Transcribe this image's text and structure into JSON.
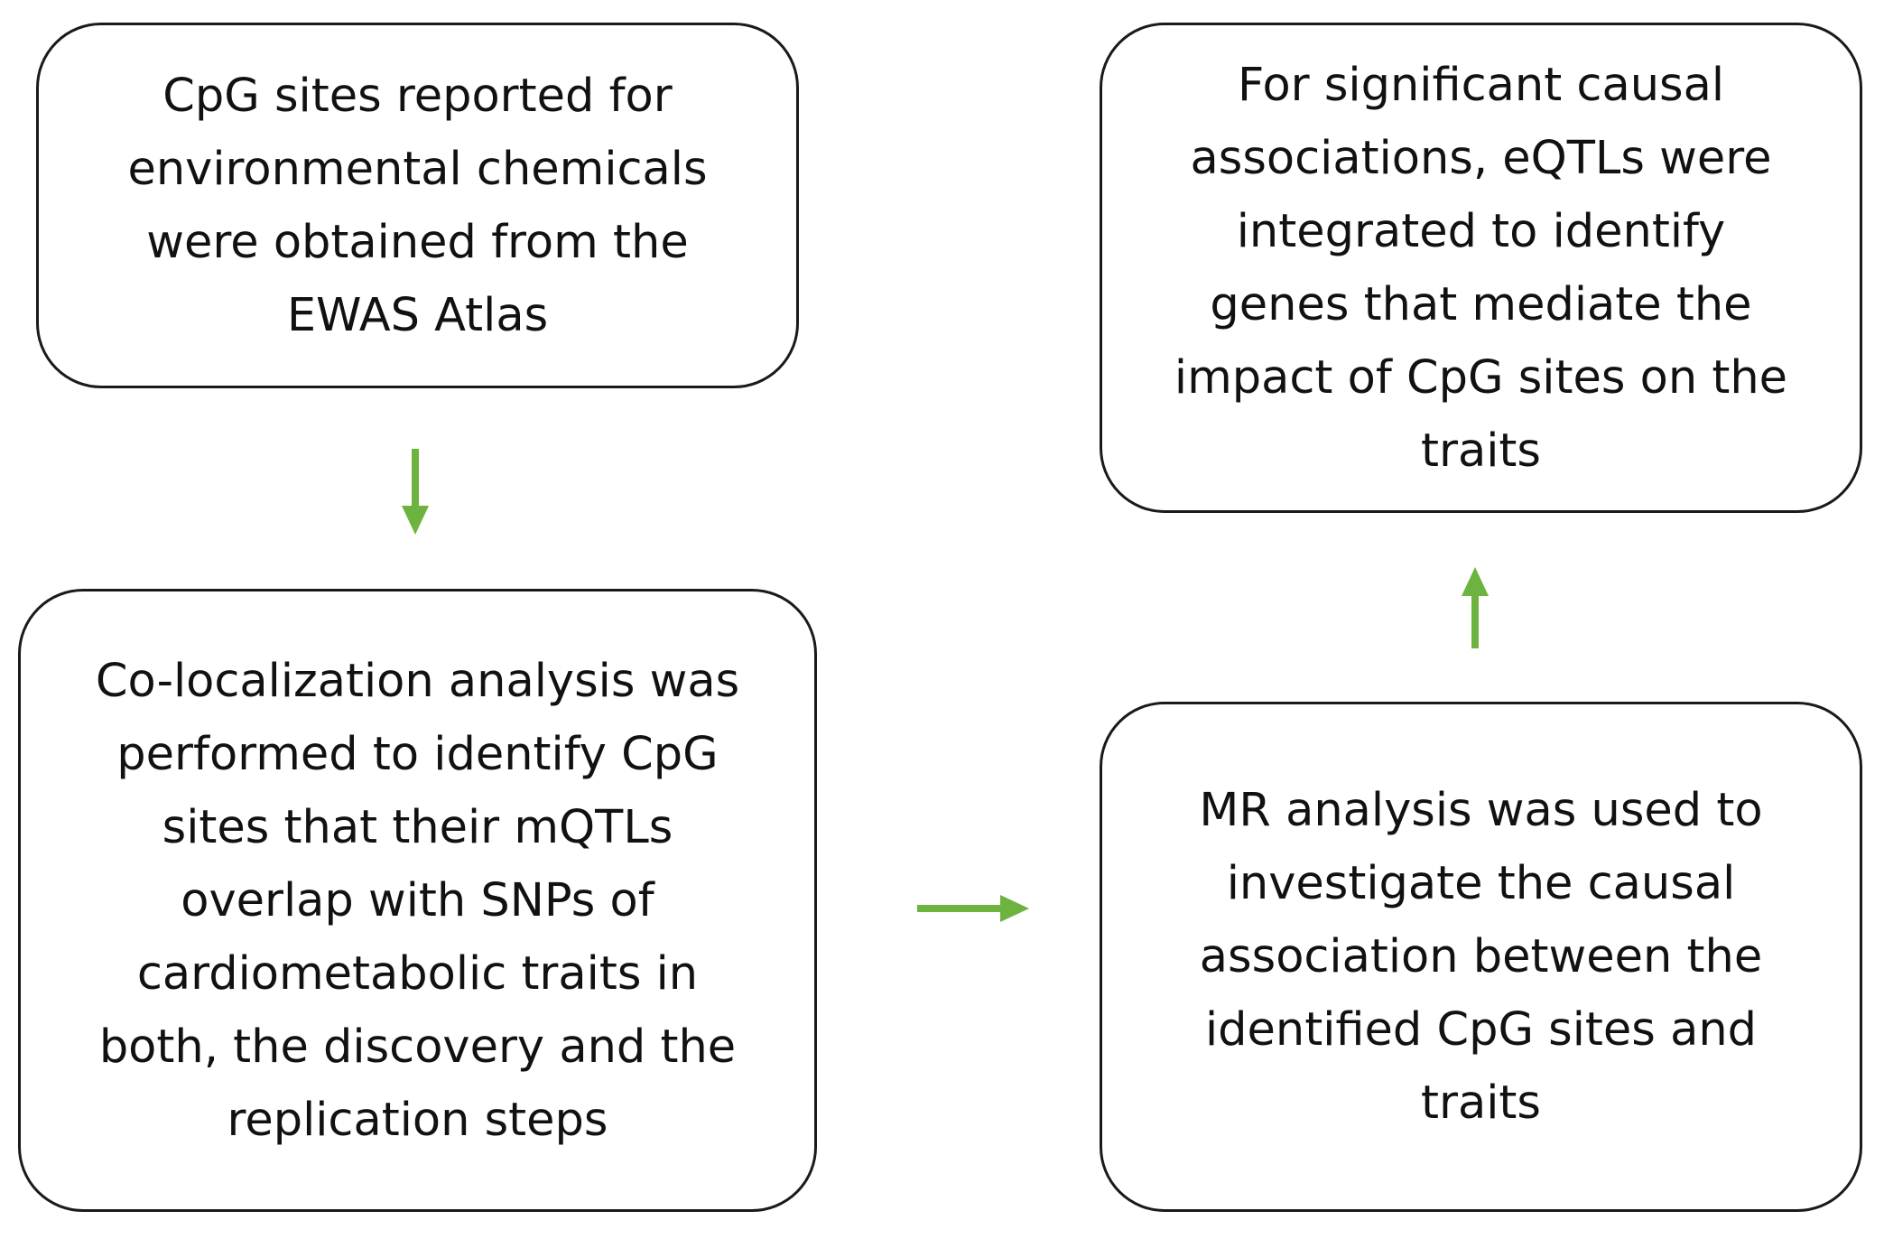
{
  "colors": {
    "arrow": "#6DB33F",
    "border": "#1a1a1a",
    "text": "#111111"
  },
  "boxes": {
    "top_left": "CpG sites reported for\nenvironmental chemicals\nwere obtained from the\nEWAS Atlas",
    "bottom_left": "Co-localization analysis was\nperformed to identify CpG\nsites that their mQTLs\noverlap with SNPs of\ncardiometabolic traits in\nboth, the discovery and the\nreplication steps",
    "bottom_right": "MR analysis was used to\ninvestigate the causal\nassociation between the\nidentified CpG sites and\ntraits",
    "top_right": "For significant causal\nassociations, eQTLs were\nintegrated to identify\ngenes that mediate the\nimpact of CpG sites on the\ntraits"
  }
}
